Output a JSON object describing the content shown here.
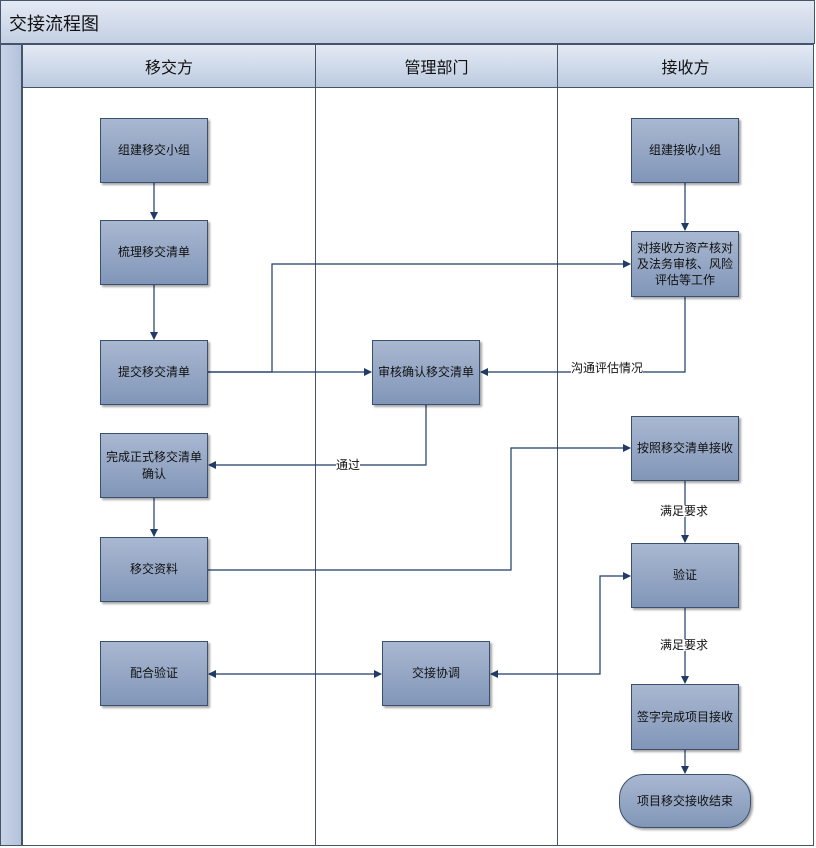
{
  "diagram": {
    "title": "交接流程图",
    "lanes": [
      {
        "id": "handover",
        "label": "移交方"
      },
      {
        "id": "management",
        "label": "管理部门"
      },
      {
        "id": "receiver",
        "label": "接收方"
      }
    ],
    "nodes": [
      {
        "id": "n1",
        "label": "组建移交小组"
      },
      {
        "id": "n2",
        "label": "梳理移交清单"
      },
      {
        "id": "n3",
        "label": "提交移交清单"
      },
      {
        "id": "n4",
        "label": "完成正式移交清单确认"
      },
      {
        "id": "n5",
        "label": "移交资料"
      },
      {
        "id": "n6",
        "label": "配合验证"
      },
      {
        "id": "n7",
        "label": "审核确认移交清单"
      },
      {
        "id": "n8",
        "label": "交接协调"
      },
      {
        "id": "n9",
        "label": "组建接收小组"
      },
      {
        "id": "n10",
        "label": "对接收方资产核对及法务审核、风险评估等工作"
      },
      {
        "id": "n11",
        "label": "按照移交清单接收"
      },
      {
        "id": "n12",
        "label": "验证"
      },
      {
        "id": "n13",
        "label": "签字完成项目接收"
      },
      {
        "id": "n14",
        "label": "项目移交接收结束"
      }
    ],
    "edge_labels": {
      "communicate": "沟通评估情况",
      "pass": "通过",
      "meets1": "满足要求",
      "meets2": "满足要求"
    }
  }
}
